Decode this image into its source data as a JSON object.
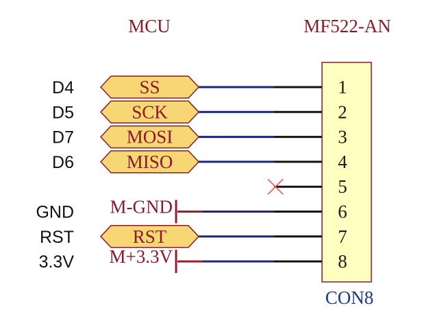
{
  "header": {
    "mcu_label": "MCU",
    "module_label": "MF522-AN"
  },
  "connector": {
    "name": "CON8",
    "fill_color": "#ffffc0",
    "border_color": "#8b1a2b",
    "pins": [
      "1",
      "2",
      "3",
      "4",
      "5",
      "6",
      "7",
      "8"
    ]
  },
  "colors": {
    "title": "#8b1a2b",
    "wire_blue": "#1a237e",
    "wire_lead": "#111111",
    "wire_power": "#9b1b2b",
    "port_fill": "#f7d774",
    "port_stroke": "#8b1a2b",
    "noconnect": "#e35a4a",
    "connector_name": "#1d3a8a"
  },
  "ports": [
    {
      "pin_index": 0,
      "label": "SS",
      "ext_label": "D4"
    },
    {
      "pin_index": 1,
      "label": "SCK",
      "ext_label": "D5"
    },
    {
      "pin_index": 2,
      "label": "MOSI",
      "ext_label": "D7"
    },
    {
      "pin_index": 3,
      "label": "MISO",
      "ext_label": "D6"
    },
    {
      "pin_index": 6,
      "label": "RST",
      "ext_label": "RST"
    }
  ],
  "power_nets": [
    {
      "pin_index": 5,
      "label": "M-GND",
      "ext_label": "GND"
    },
    {
      "pin_index": 7,
      "label": "M+3.3V",
      "ext_label": "3.3V"
    }
  ],
  "no_connect": {
    "pin_index": 4
  }
}
